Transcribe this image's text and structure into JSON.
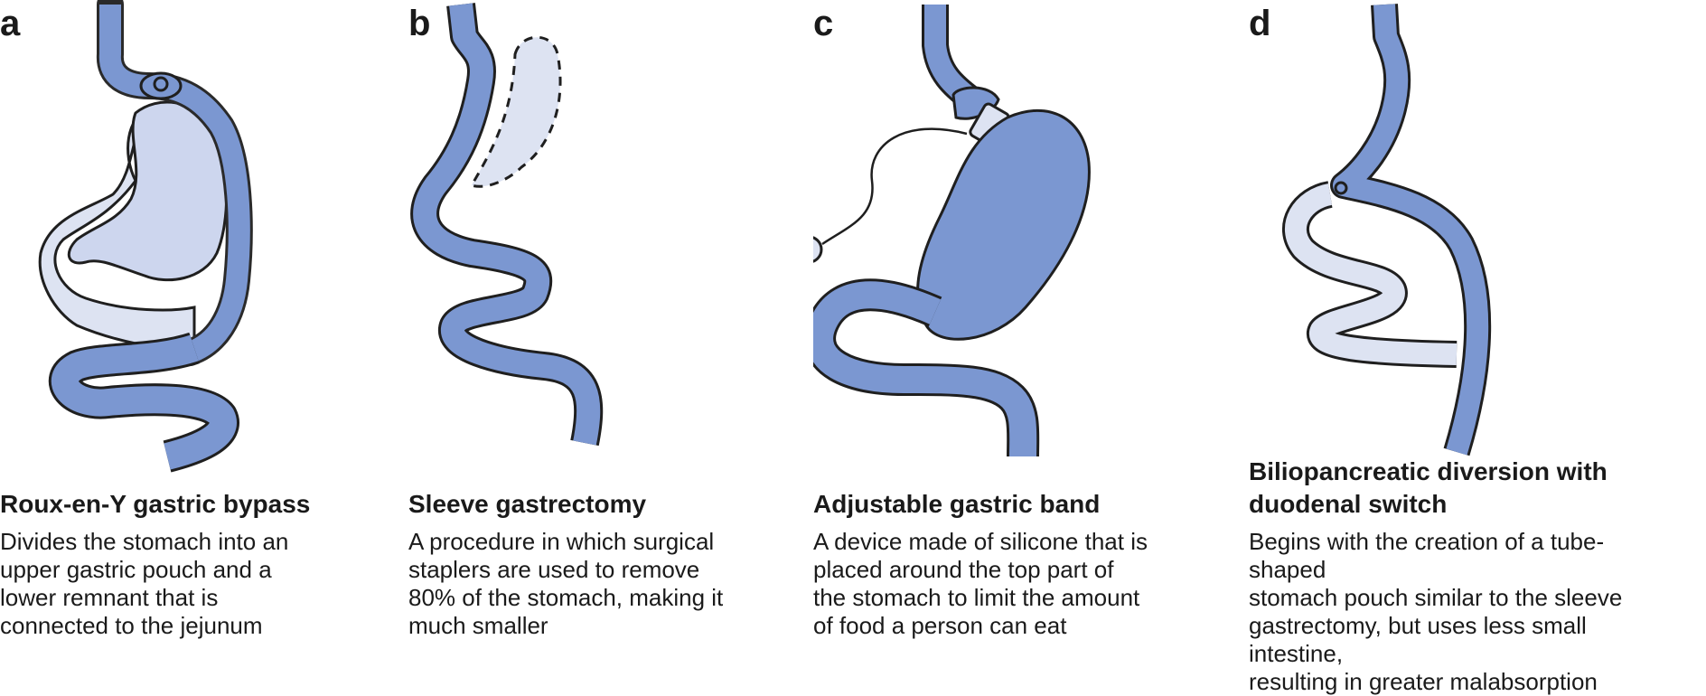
{
  "palette": {
    "organ_blue": "#7b97d1",
    "organ_pale": "#d6ddf0",
    "outline": "#1f1f1f"
  },
  "panels": [
    {
      "letter": "a",
      "title": "Roux-en-Y gastric bypass",
      "description": "Divides the stomach into an\nupper gastric pouch and a\nlower remnant that is\nconnected to the jejunum"
    },
    {
      "letter": "b",
      "title": "Sleeve gastrectomy",
      "description": "A procedure in which surgical\nstaplers are used to remove\n80% of the stomach, making it\nmuch smaller"
    },
    {
      "letter": "c",
      "title": "Adjustable gastric band",
      "description": "A device made of silicone that is\nplaced around the top part of\nthe stomach to limit the amount\nof food a person can eat"
    },
    {
      "letter": "d",
      "title": "Biliopancreatic diversion with\nduodenal switch",
      "description": "Begins with the creation of a tube-shaped\nstomach pouch similar to the sleeve\ngastrectomy, but uses less small intestine,\nresulting in greater malabsorption"
    }
  ]
}
